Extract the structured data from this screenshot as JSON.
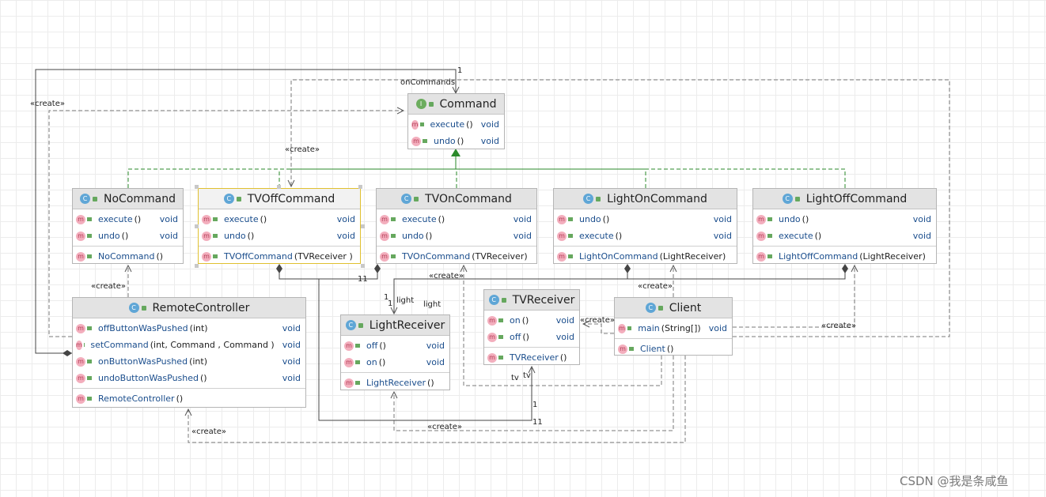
{
  "classes": {
    "command": {
      "kind": "I",
      "name": "Command",
      "members": [
        [
          {
            "name": "execute",
            "params": "()",
            "ret": "void"
          },
          {
            "name": "undo",
            "params": "()",
            "ret": "void"
          }
        ]
      ]
    },
    "noCommand": {
      "kind": "C",
      "name": "NoCommand",
      "members": [
        [
          {
            "name": "execute",
            "params": "()",
            "ret": "void"
          },
          {
            "name": "undo",
            "params": "()",
            "ret": "void"
          }
        ],
        [
          {
            "name": "NoCommand",
            "params": "()",
            "ret": ""
          }
        ]
      ]
    },
    "tvOffCommand": {
      "kind": "C",
      "name": "TVOffCommand",
      "members": [
        [
          {
            "name": "execute",
            "params": "()",
            "ret": "void"
          },
          {
            "name": "undo",
            "params": "()",
            "ret": "void"
          }
        ],
        [
          {
            "name": "TVOffCommand",
            "params": "(TVReceiver )",
            "ret": ""
          }
        ]
      ]
    },
    "tvOnCommand": {
      "kind": "C",
      "name": "TVOnCommand",
      "members": [
        [
          {
            "name": "execute",
            "params": "()",
            "ret": "void"
          },
          {
            "name": "undo",
            "params": "()",
            "ret": "void"
          }
        ],
        [
          {
            "name": "TVOnCommand",
            "params": "(TVReceiver)",
            "ret": ""
          }
        ]
      ]
    },
    "lightOnCommand": {
      "kind": "C",
      "name": "LightOnCommand",
      "members": [
        [
          {
            "name": "undo",
            "params": "()",
            "ret": "void"
          },
          {
            "name": "execute",
            "params": "()",
            "ret": "void"
          }
        ],
        [
          {
            "name": "LightOnCommand",
            "params": "(LightReceiver)",
            "ret": ""
          }
        ]
      ]
    },
    "lightOffCommand": {
      "kind": "C",
      "name": "LightOffCommand",
      "members": [
        [
          {
            "name": "undo",
            "params": "()",
            "ret": "void"
          },
          {
            "name": "execute",
            "params": "()",
            "ret": "void"
          }
        ],
        [
          {
            "name": "LightOffCommand",
            "params": "(LightReceiver)",
            "ret": ""
          }
        ]
      ]
    },
    "remoteController": {
      "kind": "C",
      "name": "RemoteController",
      "members": [
        [
          {
            "name": "offButtonWasPushed",
            "params": "(int)",
            "ret": "void"
          },
          {
            "name": "setCommand",
            "params": "(int, Command , Command )",
            "ret": "void"
          },
          {
            "name": "onButtonWasPushed",
            "params": "(int)",
            "ret": "void"
          },
          {
            "name": "undoButtonWasPushed",
            "params": "()",
            "ret": "void"
          }
        ],
        [
          {
            "name": "RemoteController",
            "params": "()",
            "ret": ""
          }
        ]
      ]
    },
    "lightReceiver": {
      "kind": "C",
      "name": "LightReceiver",
      "members": [
        [
          {
            "name": "off",
            "params": "()",
            "ret": "void"
          },
          {
            "name": "on",
            "params": "()",
            "ret": "void"
          }
        ],
        [
          {
            "name": "LightReceiver",
            "params": "()",
            "ret": ""
          }
        ]
      ]
    },
    "tvReceiver": {
      "kind": "C",
      "name": "TVReceiver",
      "members": [
        [
          {
            "name": "on",
            "params": "()",
            "ret": "void"
          },
          {
            "name": "off",
            "params": "()",
            "ret": "void"
          }
        ],
        [
          {
            "name": "TVReceiver",
            "params": "()",
            "ret": ""
          }
        ]
      ]
    },
    "client": {
      "kind": "C",
      "name": "Client",
      "members": [
        [
          {
            "name": "main",
            "params": "(String[])",
            "ret": "void"
          }
        ],
        [
          {
            "name": "Client",
            "params": "()",
            "ret": ""
          }
        ]
      ]
    }
  },
  "labels": {
    "create": "«create»",
    "onCommands": "onCommands",
    "one": "1",
    "light": "light",
    "tv": "tv",
    "oneOne": "11"
  },
  "watermark": "CSDN @我是条咸鱼",
  "colors": {
    "realization": "#2a8a2a",
    "dependency": "#7a7a7a",
    "association": "#444444"
  }
}
